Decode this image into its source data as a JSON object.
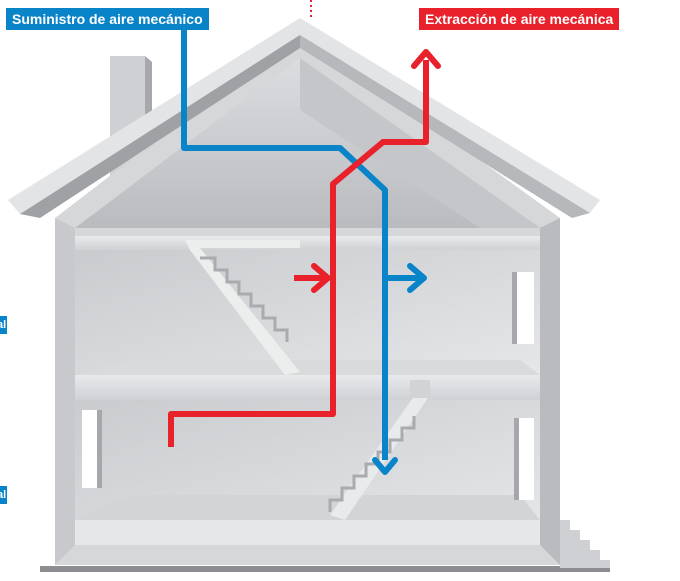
{
  "labels": {
    "supply": "Suministro de aire mecánico",
    "extract": "Extracción de aire mecánica"
  },
  "side_tabs": [
    "al",
    "al"
  ],
  "colors": {
    "supply": "#0a84c9",
    "extract": "#e8212b",
    "wall": "#d6d7d9",
    "interior": "#bfc1c4",
    "dark": "#8c8e92"
  }
}
